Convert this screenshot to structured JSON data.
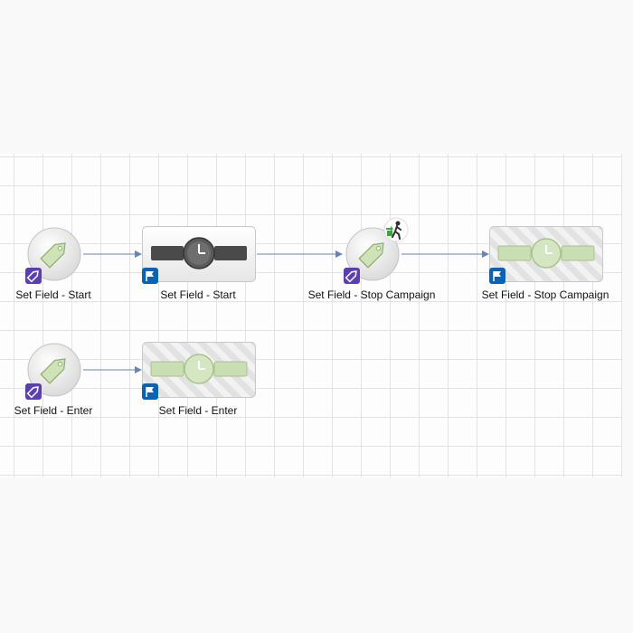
{
  "workflow": {
    "nodes": [
      {
        "id": "n1",
        "type": "set-field",
        "label": "Set Field - Start"
      },
      {
        "id": "n2",
        "type": "wait-dark",
        "label": "Set Field - Start"
      },
      {
        "id": "n3",
        "type": "set-field-campaign",
        "label": "Set Field - Stop Campaign"
      },
      {
        "id": "n4",
        "type": "wait-light",
        "label": "Set Field - Stop Campaign"
      },
      {
        "id": "n5",
        "type": "set-field",
        "label": "Set Field - Enter"
      },
      {
        "id": "n6",
        "type": "wait-light",
        "label": "Set Field - Enter"
      }
    ],
    "connections": [
      [
        "n1",
        "n2"
      ],
      [
        "n2",
        "n3"
      ],
      [
        "n3",
        "n4"
      ],
      [
        "n5",
        "n6"
      ]
    ]
  },
  "colors": {
    "grid": "#e3e3e3",
    "connector": "#6b82b8",
    "tag_badge": "#5b3fae",
    "flag_badge": "#0b63b6",
    "wait_dark": "#4a4a4a",
    "wait_light": "#c9deb3",
    "tag_green": "#cfe3b8"
  },
  "icons": {
    "set_field": "tag-icon",
    "set_field_badge": "tag-badge-icon",
    "wait": "timer-icon",
    "wait_badge": "flag-badge-icon",
    "stop_campaign": "person-exit-icon"
  }
}
